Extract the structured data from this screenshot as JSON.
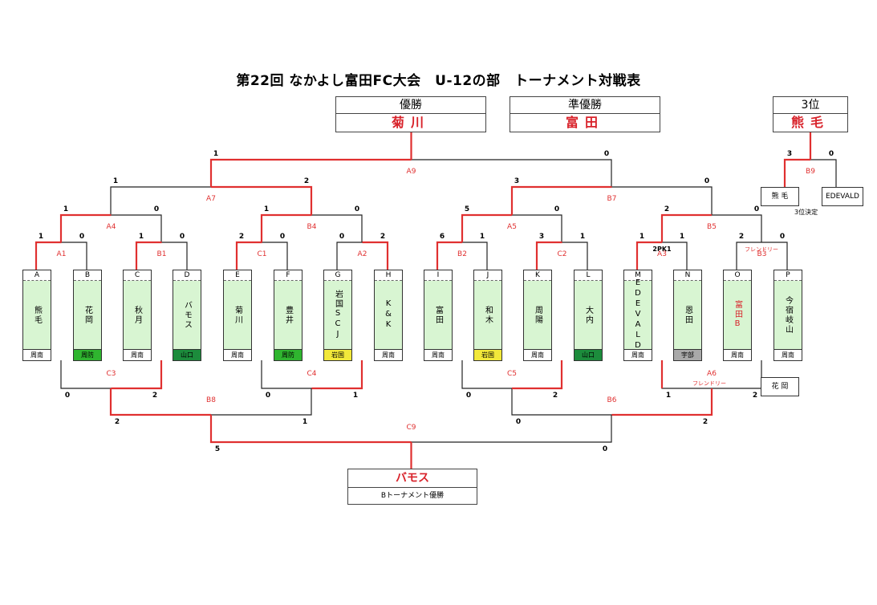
{
  "title": "第22回 なかよし富田FC大会　U-12の部　トーナメント対戦表",
  "results": {
    "champion": {
      "label": "優勝",
      "team": "菊川"
    },
    "runner_up": {
      "label": "準優勝",
      "team": "富田"
    },
    "third": {
      "label": "3位",
      "team": "熊毛"
    }
  },
  "teams": [
    {
      "letter": "A",
      "name": "熊毛",
      "region": "周南"
    },
    {
      "letter": "B",
      "name": "花岡",
      "region": "周防"
    },
    {
      "letter": "C",
      "name": "秋月",
      "region": "周南"
    },
    {
      "letter": "D",
      "name": "バモス",
      "region": "山口"
    },
    {
      "letter": "E",
      "name": "菊川",
      "region": "周南"
    },
    {
      "letter": "F",
      "name": "豊井",
      "region": "周防"
    },
    {
      "letter": "G",
      "name": "岩国SCJ",
      "region": "岩国"
    },
    {
      "letter": "H",
      "name": "K&K",
      "region": "周南"
    },
    {
      "letter": "I",
      "name": "富田",
      "region": "周南"
    },
    {
      "letter": "J",
      "name": "和木",
      "region": "岩国"
    },
    {
      "letter": "K",
      "name": "周陽",
      "region": "周南"
    },
    {
      "letter": "L",
      "name": "大内",
      "region": "山口"
    },
    {
      "letter": "M",
      "name": "EDEVALD",
      "region": "周南"
    },
    {
      "letter": "N",
      "name": "恩田",
      "region": "宇部"
    },
    {
      "letter": "O",
      "name": "富田B",
      "region": "周南"
    },
    {
      "letter": "P",
      "name": "今宿岐山",
      "region": "周南"
    }
  ],
  "match_labels": [
    "A9",
    "A7",
    "B7",
    "A4",
    "B4",
    "A5",
    "B5",
    "A1",
    "B1",
    "C1",
    "A2",
    "B2",
    "C2",
    "A3",
    "B3",
    "C3",
    "C4",
    "C5",
    "A6",
    "B8",
    "B6",
    "C9",
    "B9"
  ],
  "friendly_label": "フレンドリー",
  "scores": {
    "A9": [
      "1",
      "0"
    ],
    "A7": [
      "1",
      "2"
    ],
    "B7": [
      "3",
      "0"
    ],
    "A4": [
      "1",
      "0"
    ],
    "B4": [
      "1",
      "0"
    ],
    "A5": [
      "5",
      "0"
    ],
    "B5": [
      "2",
      "0"
    ],
    "A1": [
      "1",
      "0"
    ],
    "B1": [
      "1",
      "0"
    ],
    "C1": [
      "2",
      "0"
    ],
    "A2": [
      "0",
      "2"
    ],
    "B2": [
      "6",
      "1"
    ],
    "C2": [
      "3",
      "1"
    ],
    "A3": [
      "1",
      "1"
    ],
    "B3": [
      "2",
      "0"
    ],
    "B9": [
      "3",
      "0"
    ],
    "C3": [
      "0",
      "2"
    ],
    "C4": [
      "0",
      "1"
    ],
    "C5": [
      "0",
      "2"
    ],
    "A6": [
      "1",
      "2"
    ],
    "B8": [
      "2",
      "1"
    ],
    "B6": [
      "0",
      "2"
    ],
    "C9": [
      "5",
      "0"
    ]
  },
  "pk_note": "2PK1",
  "third_place": {
    "left": "熊 毛",
    "right": "EDEVALD",
    "caption": "3位決定"
  },
  "extra_team": "花 岡",
  "b_winner": {
    "team": "バモス",
    "caption": "Bトーナメント優勝"
  }
}
